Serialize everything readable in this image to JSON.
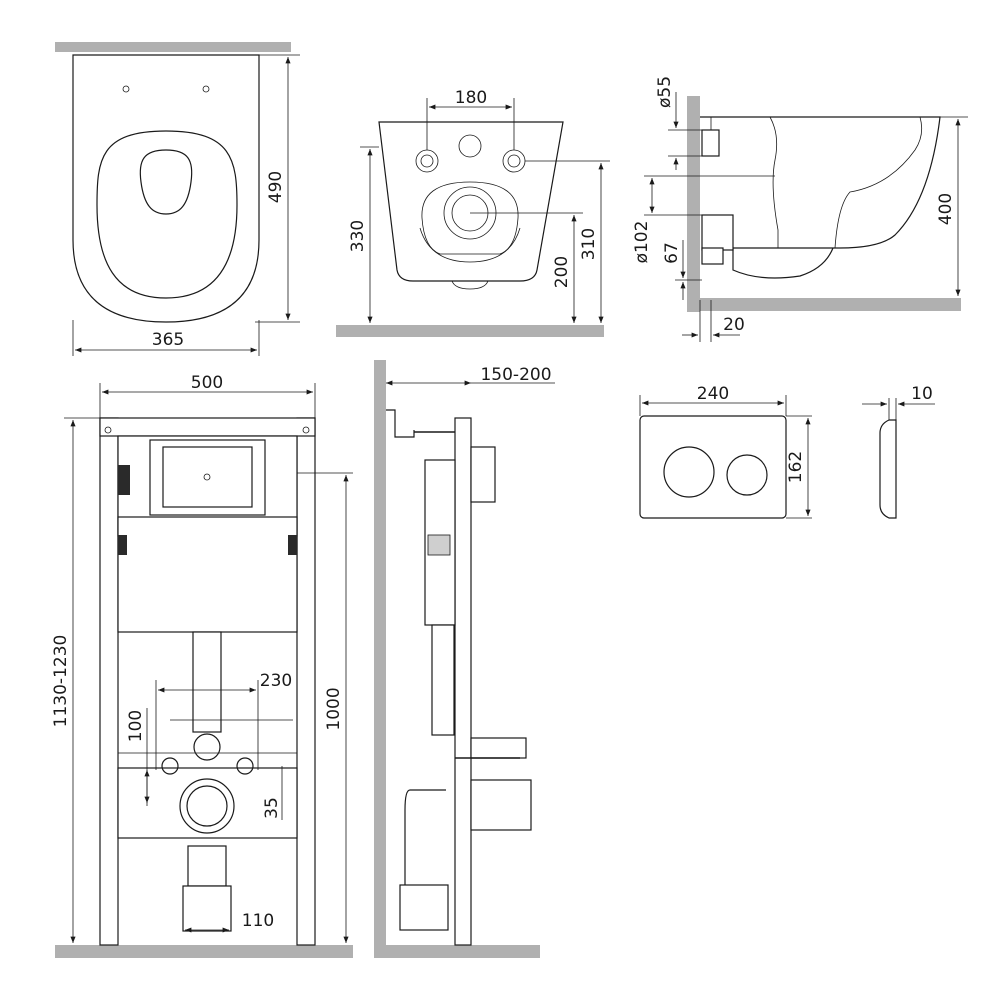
{
  "views": {
    "top_seat": {
      "width": "365",
      "depth": "490"
    },
    "front_bowl": {
      "height": "330",
      "spacing": "180",
      "inlet_height": "310",
      "outlet_height": "200"
    },
    "side_bowl": {
      "inlet_diameter": "ø55",
      "outlet_diameter": "ø102",
      "outlet_offset": "67",
      "wall_gap": "20",
      "height": "400"
    },
    "frame_front": {
      "width": "500",
      "height_range": "1130-1230",
      "bolt_height": "1000",
      "bolt_spacing": "230",
      "bolt_offset": "100",
      "drain_offset": "35",
      "drain_width": "110"
    },
    "frame_side": {
      "depth_range": "150-200"
    },
    "flush_plate": {
      "width": "240",
      "height": "162",
      "thickness": "10"
    }
  },
  "colors": {
    "line": "#1a1a1a",
    "wall": "#b0b0b0",
    "background": "#ffffff"
  }
}
